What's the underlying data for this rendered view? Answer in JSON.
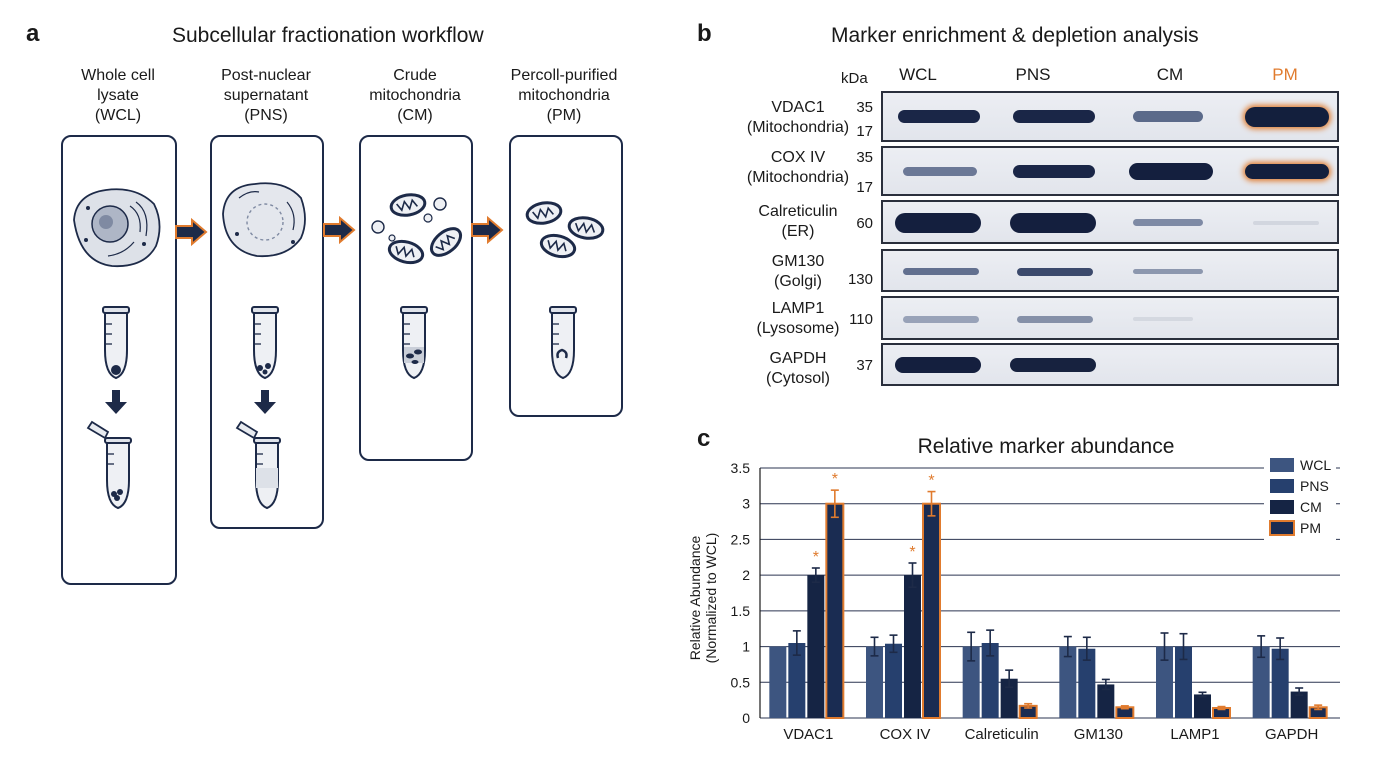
{
  "panel_a": {
    "letter": "a",
    "title": "Subcellular fractionation workflow",
    "stages": [
      {
        "line1": "Whole cell",
        "line2": "lysate",
        "line3": "(WCL)"
      },
      {
        "line1": "Post-nuclear",
        "line2": "supernatant",
        "line3": "(PNS)"
      },
      {
        "line1": "Crude",
        "line2": "mitochondria",
        "line3": "(CM)"
      },
      {
        "line1": "Percoll-purified",
        "line2": "mitochondria",
        "line3": "(PM)"
      }
    ]
  },
  "panel_b": {
    "letter": "b",
    "title": "Marker enrichment & depletion analysis",
    "kda_header": "kDa",
    "lanes": [
      "WCL",
      "PNS",
      "CM",
      "PM"
    ],
    "highlight_color": "#e07b2e",
    "rows": [
      {
        "name": "VDAC1",
        "compartment": "(Mitochondria)",
        "kda": [
          "35",
          "17"
        ],
        "intensity": [
          1.0,
          1.0,
          0.45,
          1.0
        ]
      },
      {
        "name": "COX IV",
        "compartment": "(Mitochondria)",
        "kda": [
          "35",
          "17"
        ],
        "intensity": [
          0.45,
          1.0,
          1.0,
          1.0
        ]
      },
      {
        "name": "Calreticulin",
        "compartment": "(ER)",
        "kda": [
          "60"
        ],
        "intensity": [
          1.0,
          1.0,
          0.35,
          0.08
        ]
      },
      {
        "name": "GM130",
        "compartment": "(Golgi)",
        "kda": [
          "130"
        ],
        "intensity": [
          0.6,
          0.75,
          0.3,
          0.0
        ]
      },
      {
        "name": "LAMP1",
        "compartment": "(Lysosome)",
        "kda": [
          "110"
        ],
        "intensity": [
          0.35,
          0.45,
          0.1,
          0.0
        ]
      },
      {
        "name": "GAPDH",
        "compartment": "(Cytosol)",
        "kda": [
          "37"
        ],
        "intensity": [
          1.0,
          1.0,
          0.0,
          0.0
        ]
      }
    ]
  },
  "panel_c": {
    "letter": "c"
  },
  "chart_data": {
    "type": "bar",
    "title": "Relative marker abundance",
    "xlabel": "",
    "ylabel_line1": "Relative Abundance",
    "ylabel_line2": "(Normalized to WCL)",
    "ylim": [
      0,
      3.5
    ],
    "yticks": [
      "0",
      "0.5",
      "1",
      "1.5",
      "2",
      "2.5",
      "3",
      "3.5"
    ],
    "categories": [
      "VDAC1",
      "COX IV",
      "Calreticulin",
      "GM130",
      "LAMP1",
      "GAPDH"
    ],
    "series": [
      {
        "name": "WCL",
        "color": "#3d5580",
        "values": [
          1.0,
          1.0,
          1.0,
          1.0,
          1.0,
          1.0
        ],
        "errors": [
          0,
          0.13,
          0.2,
          0.14,
          0.19,
          0.15
        ]
      },
      {
        "name": "PNS",
        "color": "#26406e",
        "values": [
          1.05,
          1.04,
          1.05,
          0.97,
          1.0,
          0.97
        ],
        "errors": [
          0.17,
          0.12,
          0.18,
          0.16,
          0.18,
          0.15
        ]
      },
      {
        "name": "CM",
        "color": "#152444",
        "values": [
          2.0,
          2.0,
          0.55,
          0.47,
          0.33,
          0.37
        ],
        "errors": [
          0.1,
          0.17,
          0.12,
          0.07,
          0.03,
          0.05
        ]
      },
      {
        "name": "PM",
        "color": "#1a2c52",
        "edge": "#e07b2e",
        "values": [
          3.0,
          3.0,
          0.17,
          0.15,
          0.14,
          0.15
        ],
        "errors": [
          0.19,
          0.17,
          0.03,
          0.02,
          0.02,
          0.03
        ]
      }
    ],
    "significance": [
      {
        "category": "VDAC1",
        "series": "CM",
        "mark": "*"
      },
      {
        "category": "VDAC1",
        "series": "PM",
        "mark": "*"
      },
      {
        "category": "COX IV",
        "series": "CM",
        "mark": "*"
      },
      {
        "category": "COX IV",
        "series": "PM",
        "mark": "*"
      }
    ],
    "grid": true,
    "legend_position": "top-right"
  }
}
